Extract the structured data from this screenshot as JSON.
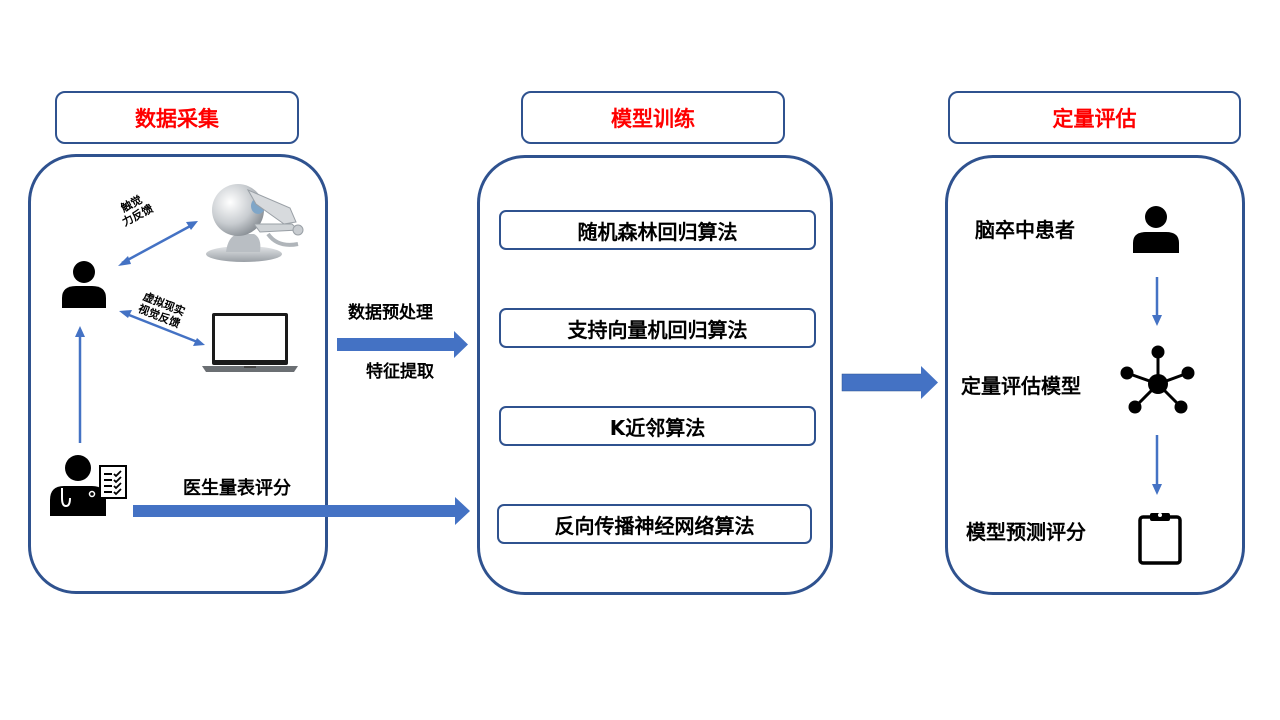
{
  "colors": {
    "header_text": "#ff0000",
    "border": "#2f528f",
    "arrow": "#4472c4",
    "text": "#000000"
  },
  "sections": {
    "data_collection": {
      "title": "数据采集",
      "haptic_label_line1": "触觉",
      "haptic_label_line2": "力反馈",
      "vr_label_line1": "虚拟现实",
      "vr_label_line2": "视觉反馈",
      "doctor_scale_label": "医生量表评分",
      "icons": [
        "user-icon",
        "haptic-device-icon",
        "laptop-icon",
        "doctor-icon"
      ]
    },
    "preprocessing": {
      "label_top": "数据预处理",
      "label_bottom": "特征提取"
    },
    "model_training": {
      "title": "模型训练",
      "algorithms": [
        "随机森林回归算法",
        "支持向量机回归算法",
        "K近邻算法",
        "反向传播神经网络算法"
      ]
    },
    "quantitative_evaluation": {
      "title": "定量评估",
      "steps": [
        {
          "label": "脑卒中患者",
          "icon": "patient-icon"
        },
        {
          "label": "定量评估模型",
          "icon": "network-icon"
        },
        {
          "label": "模型预测评分",
          "icon": "clipboard-icon"
        }
      ]
    }
  }
}
